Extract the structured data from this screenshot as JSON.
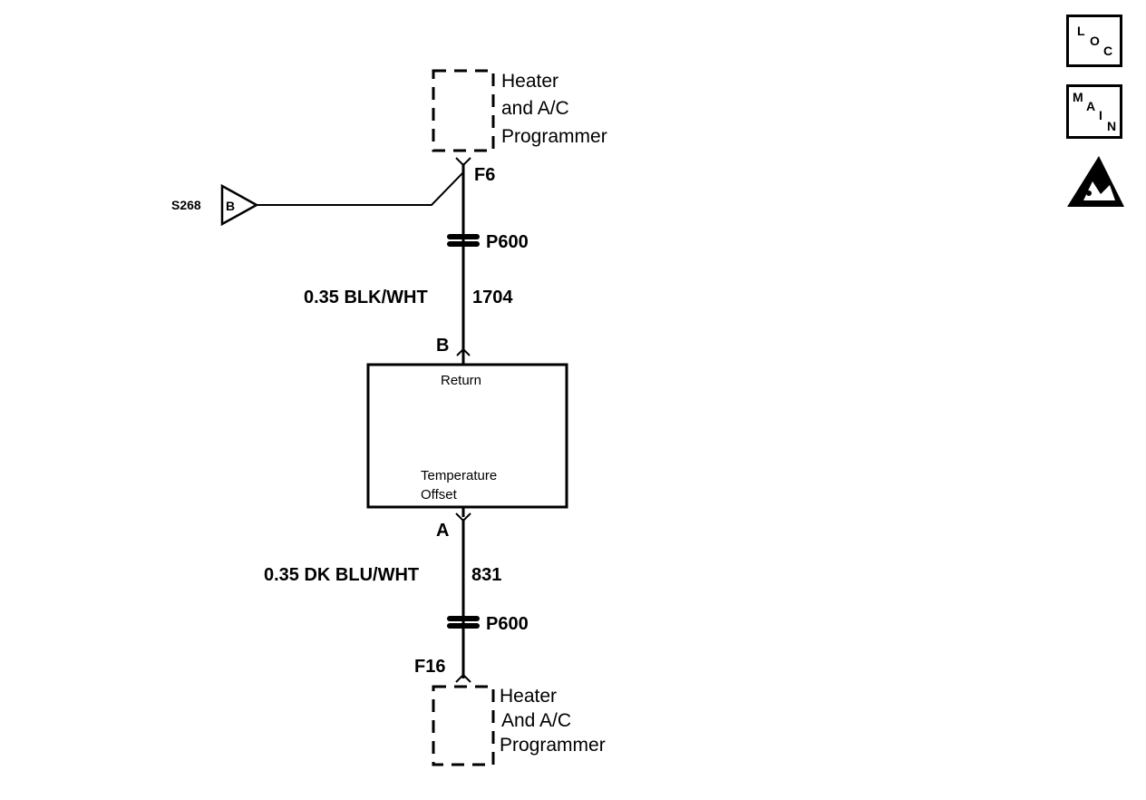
{
  "components": {
    "top_programmer": {
      "line1": "Heater",
      "line2": "and A/C",
      "line3": "Programmer"
    },
    "bottom_programmer": {
      "line1": "Heater",
      "line2": "And A/C",
      "line3": "Programmer"
    },
    "sensor": {
      "pin_top_label": "Return",
      "pin_bottom_line1": "Temperature",
      "pin_bottom_line2": "Offset"
    }
  },
  "connectors": {
    "top_terminal": "F6",
    "bottom_terminal": "F16",
    "inline_top": "P600",
    "inline_bottom": "P600",
    "sensor_pin_b": "B",
    "sensor_pin_a": "A"
  },
  "wires": {
    "upper": {
      "gauge_color": "0.35 BLK/WHT",
      "circuit": "1704"
    },
    "lower": {
      "gauge_color": "0.35 DK BLU/WHT",
      "circuit": "831"
    }
  },
  "splice": {
    "id": "S268",
    "letter": "B"
  },
  "side_icons": {
    "loc": [
      "L",
      "O",
      "C"
    ],
    "main": [
      "M",
      "A",
      "I",
      "N"
    ],
    "esd_icon": "esd-warning-icon"
  }
}
